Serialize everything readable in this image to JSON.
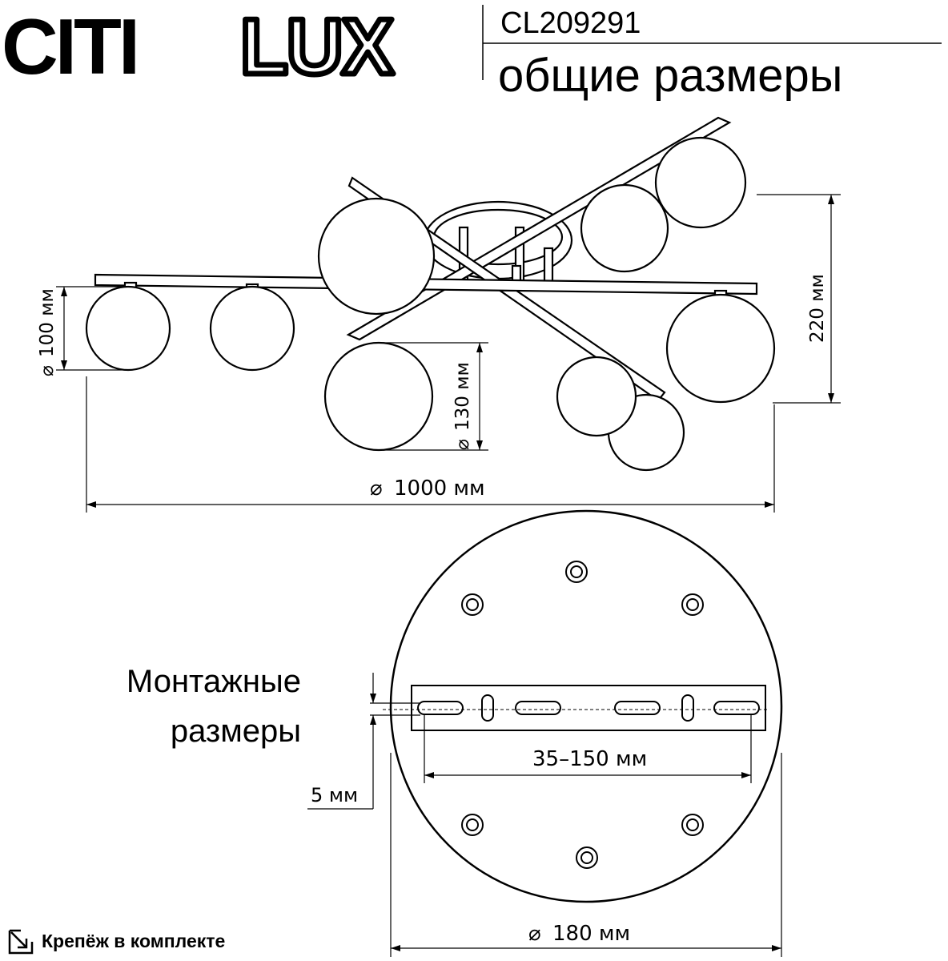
{
  "brand": {
    "logo_text_solid": "CITI",
    "logo_text_outline": "LUX"
  },
  "header": {
    "model_code": "CL209291",
    "subtitle": "общие размеры"
  },
  "dimensions": {
    "globe_small": "100 мм",
    "globe_large": "130 мм",
    "height": "220 мм",
    "overall_diameter": "1000 мм",
    "bracket_range": "35–150 мм",
    "slot_offset": "5 мм",
    "canopy_diameter": "180 мм"
  },
  "mounting": {
    "label_line1": "Монтажные",
    "label_line2": "размеры"
  },
  "footer": {
    "hardware_note": "Крепёж в комплекте",
    "hardware_icon": "arrow-down-right-in-box-icon"
  }
}
